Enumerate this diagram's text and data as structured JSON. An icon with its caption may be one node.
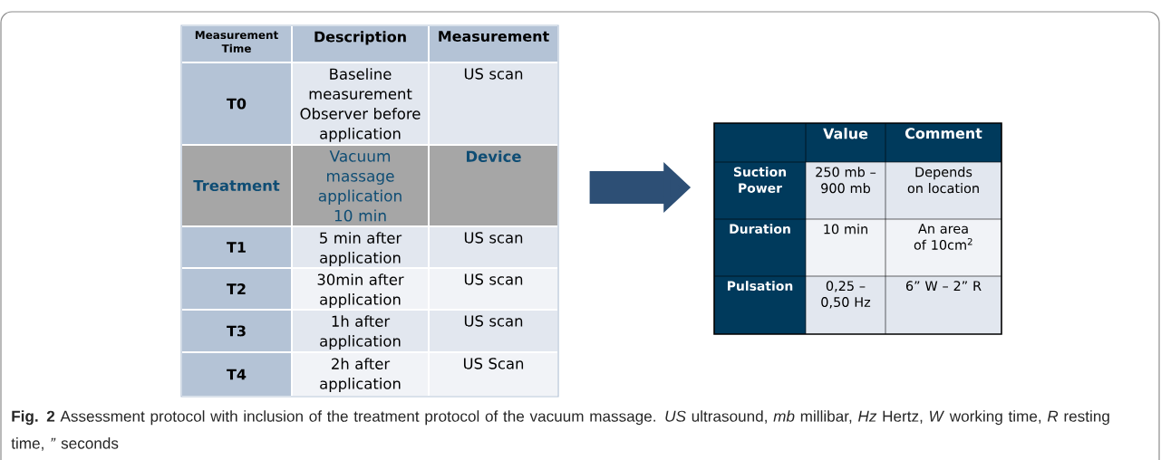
{
  "diagram": {
    "caption": "**Fig. 2** Assessment protocol with inclusion of the treatment protocol of the vacuum massage. *US* ultrasound, *mb* millibar, *Hz* Hertz, *W* working time, *R* resting time, *”* seconds",
    "nodes": [
      {
        "text": [],
        "shape": "box"
      },
      {
        "text": [],
        "shape": "box"
      }
    ],
    "edges": [
      {
        "from": 0,
        "to": 1,
        "arrow": "to"
      }
    ],
    "labels": [
      "Measurement Time",
      "Description",
      "Measurement",
      "T0",
      "Baseline measurement Observer before application",
      "US scan",
      "Treatment",
      "Vacuum massage application 10 min",
      "Device",
      "T1",
      "5 min after application",
      "US scan",
      "T2",
      "30min after application",
      "US scan",
      "T3",
      "1h after application",
      "US scan",
      "T4",
      "2h after application",
      "US Scan",
      "Value",
      "Comment",
      "Suction Power",
      "250 mb – 900 mb",
      "Depends on location",
      "Duration",
      "10 min",
      "An area of 10cm$^{2}$",
      "Pulsation",
      "0,25 – 0,50 Hz",
      "6” W – 2” R"
    ]
  }
}
